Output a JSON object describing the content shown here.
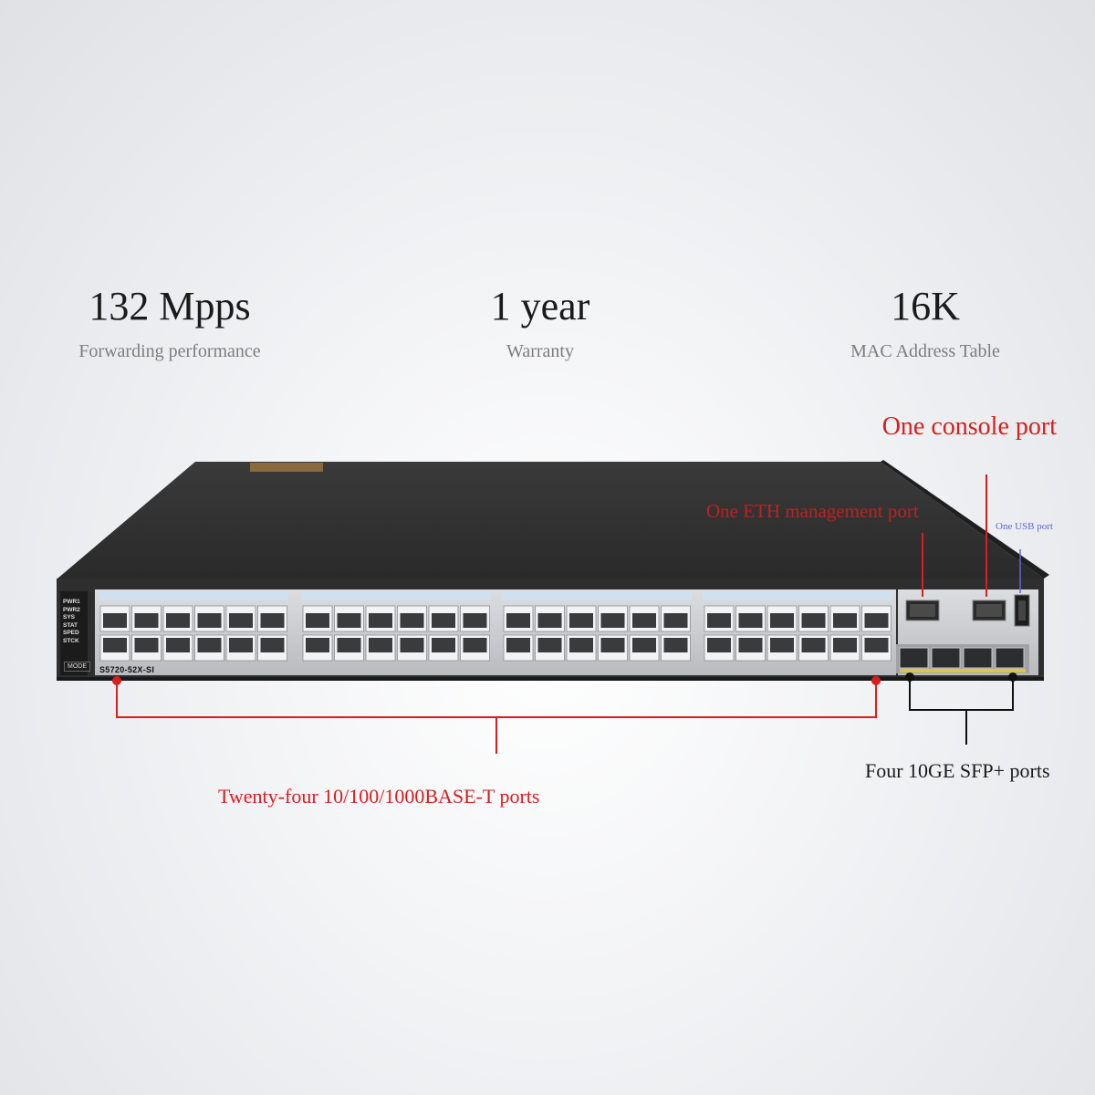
{
  "stats": [
    {
      "value": "132 Mpps",
      "caption": "Forwarding performance"
    },
    {
      "value": "1 year",
      "caption": "Warranty"
    },
    {
      "value": "16K",
      "caption": "MAC Address Table"
    }
  ],
  "callouts": {
    "console": "One console port",
    "eth": "One ETH management port",
    "usb": "One USB port",
    "base_t": "Twenty-four 10/100/1000BASE-T ports",
    "sfp": "Four 10GE SFP+ ports"
  },
  "device": {
    "model": "S5720-52X-SI",
    "mode_button": "MODE",
    "leds": [
      "PWR1",
      "PWR2",
      "SYS",
      "STAT",
      "SPED",
      "STCK"
    ]
  },
  "colors": {
    "callout_red": "#d81e1e",
    "usb_blue": "#5c6ad6",
    "chassis": "#2b2b2b",
    "panel": "#c9cbce"
  }
}
